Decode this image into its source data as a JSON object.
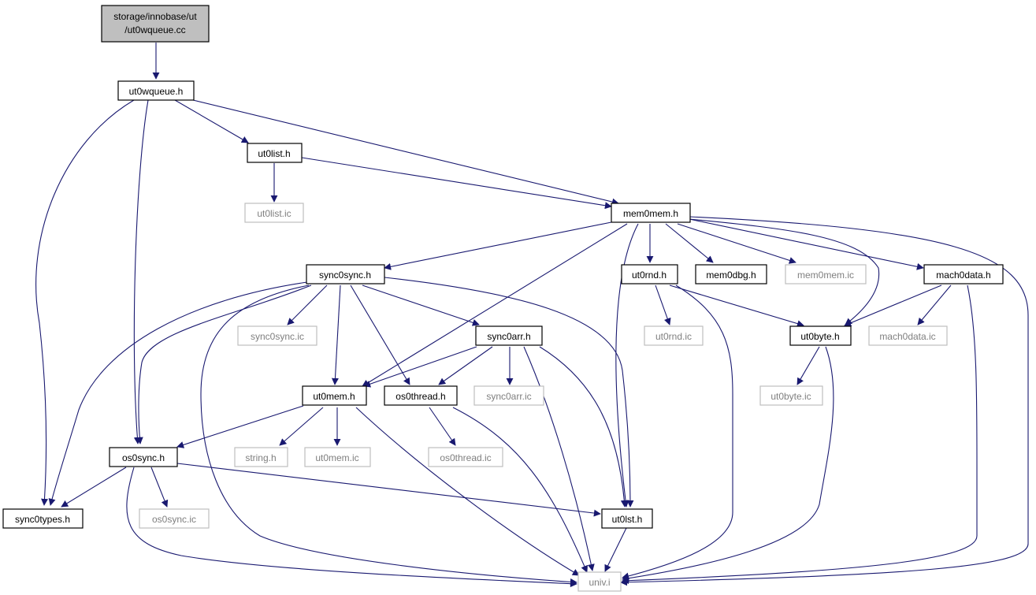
{
  "diagram": {
    "node_labels": {
      "root_line1": "storage/innobase/ut",
      "root_line2": "/ut0wqueue.cc",
      "ut0wqueue_h": "ut0wqueue.h",
      "ut0list_h": "ut0list.h",
      "ut0list_ic": "ut0list.ic",
      "mem0mem_h": "mem0mem.h",
      "sync0sync_h": "sync0sync.h",
      "ut0rnd_h": "ut0rnd.h",
      "mem0dbg_h": "mem0dbg.h",
      "mem0mem_ic": "mem0mem.ic",
      "mach0data_h": "mach0data.h",
      "sync0sync_ic": "sync0sync.ic",
      "sync0arr_h": "sync0arr.h",
      "ut0rnd_ic": "ut0rnd.ic",
      "ut0byte_h": "ut0byte.h",
      "mach0data_ic": "mach0data.ic",
      "ut0mem_h": "ut0mem.h",
      "os0thread_h": "os0thread.h",
      "sync0arr_ic": "sync0arr.ic",
      "ut0byte_ic": "ut0byte.ic",
      "os0sync_h": "os0sync.h",
      "string_h": "string.h",
      "ut0mem_ic": "ut0mem.ic",
      "os0thread_ic": "os0thread.ic",
      "sync0types_h": "sync0types.h",
      "os0sync_ic": "os0sync.ic",
      "ut0lst_h": "ut0lst.h",
      "univ_i": "univ.i"
    },
    "colors": {
      "edge": "#191970",
      "root_fill": "#bfbfbf",
      "documented_border": "#000000",
      "undocumented_border": "#bfbfbf",
      "undocumented_text": "#7f7f7f"
    },
    "edges": [
      [
        "root",
        "ut0wqueue_h"
      ],
      [
        "ut0wqueue_h",
        "ut0list_h"
      ],
      [
        "ut0wqueue_h",
        "mem0mem_h"
      ],
      [
        "ut0wqueue_h",
        "os0sync_h"
      ],
      [
        "ut0wqueue_h",
        "sync0types_h"
      ],
      [
        "ut0list_h",
        "ut0list_ic"
      ],
      [
        "ut0list_h",
        "mem0mem_h"
      ],
      [
        "mem0mem_h",
        "sync0sync_h"
      ],
      [
        "mem0mem_h",
        "ut0rnd_h"
      ],
      [
        "mem0mem_h",
        "mem0dbg_h"
      ],
      [
        "mem0mem_h",
        "mem0mem_ic"
      ],
      [
        "mem0mem_h",
        "mach0data_h"
      ],
      [
        "mem0mem_h",
        "ut0byte_h"
      ],
      [
        "mem0mem_h",
        "ut0mem_h"
      ],
      [
        "mem0mem_h",
        "ut0lst_h"
      ],
      [
        "mem0mem_h",
        "univ_i"
      ],
      [
        "sync0sync_h",
        "sync0sync_ic"
      ],
      [
        "sync0sync_h",
        "sync0arr_h"
      ],
      [
        "sync0sync_h",
        "ut0mem_h"
      ],
      [
        "sync0sync_h",
        "os0thread_h"
      ],
      [
        "sync0sync_h",
        "os0sync_h"
      ],
      [
        "sync0sync_h",
        "sync0types_h"
      ],
      [
        "sync0sync_h",
        "ut0lst_h"
      ],
      [
        "sync0sync_h",
        "univ_i"
      ],
      [
        "sync0arr_h",
        "sync0arr_ic"
      ],
      [
        "sync0arr_h",
        "ut0mem_h"
      ],
      [
        "sync0arr_h",
        "os0thread_h"
      ],
      [
        "sync0arr_h",
        "ut0lst_h"
      ],
      [
        "sync0arr_h",
        "univ_i"
      ],
      [
        "ut0rnd_h",
        "ut0rnd_ic"
      ],
      [
        "ut0rnd_h",
        "ut0byte_h"
      ],
      [
        "ut0rnd_h",
        "univ_i"
      ],
      [
        "mach0data_h",
        "mach0data_ic"
      ],
      [
        "mach0data_h",
        "ut0byte_h"
      ],
      [
        "mach0data_h",
        "univ_i"
      ],
      [
        "ut0byte_h",
        "ut0byte_ic"
      ],
      [
        "ut0byte_h",
        "univ_i"
      ],
      [
        "ut0mem_h",
        "os0sync_h"
      ],
      [
        "ut0mem_h",
        "string_h"
      ],
      [
        "ut0mem_h",
        "ut0mem_ic"
      ],
      [
        "ut0mem_h",
        "univ_i"
      ],
      [
        "os0thread_h",
        "os0thread_ic"
      ],
      [
        "os0thread_h",
        "univ_i"
      ],
      [
        "os0sync_h",
        "sync0types_h"
      ],
      [
        "os0sync_h",
        "os0sync_ic"
      ],
      [
        "os0sync_h",
        "ut0lst_h"
      ],
      [
        "os0sync_h",
        "univ_i"
      ],
      [
        "ut0lst_h",
        "univ_i"
      ]
    ]
  }
}
